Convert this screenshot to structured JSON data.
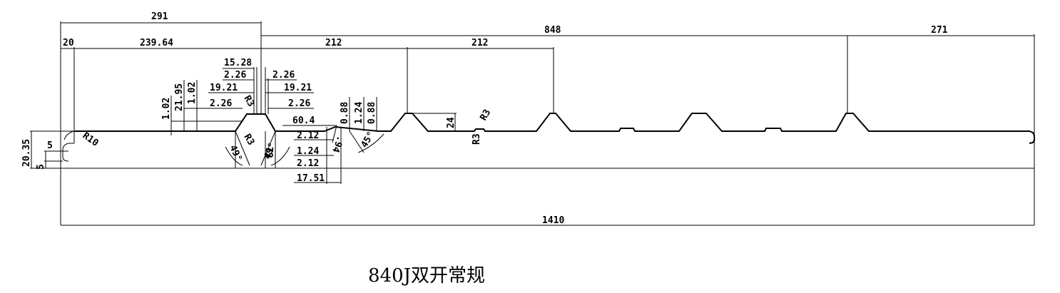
{
  "caption": "840J双开常规",
  "dimensions": {
    "top_291": "291",
    "top_848": "848",
    "top_271": "271",
    "d_20": "20",
    "d_239_64": "239.64",
    "d_212_a": "212",
    "d_212_b": "212",
    "d_15_28": "15.28",
    "d_2_26_a": "2.26",
    "d_2_26_b": "2.26",
    "d_19_21_a": "19.21",
    "d_19_21_b": "19.21",
    "d_2_26_c": "2.26",
    "d_2_26_d": "2.26",
    "d_21_95": "21.95",
    "d_1_02_a": "1.02",
    "d_1_02_b": "1.02",
    "d_60_4": "60.4",
    "d_2_12_a": "2.12",
    "d_1_24_a": "1.24",
    "d_2_12_b": "2.12",
    "d_17_51": "17.51",
    "d_0_88_a": "0.88",
    "d_1_24_b": "1.24",
    "d_0_88_b": "0.88",
    "d_24": "24",
    "d_79": "79",
    "d_94": ".94",
    "d_20_35": "20.35",
    "d_5_a": "5",
    "d_5_b": "5",
    "d_1410": "1410"
  },
  "annotations": {
    "r10": "R10",
    "r3_a": "R3",
    "r3_b": "R3",
    "r3_c": "R3",
    "r3_d": "R3",
    "ang_49_a": "49°",
    "ang_49_b": "49°",
    "ang_45": "45°"
  }
}
